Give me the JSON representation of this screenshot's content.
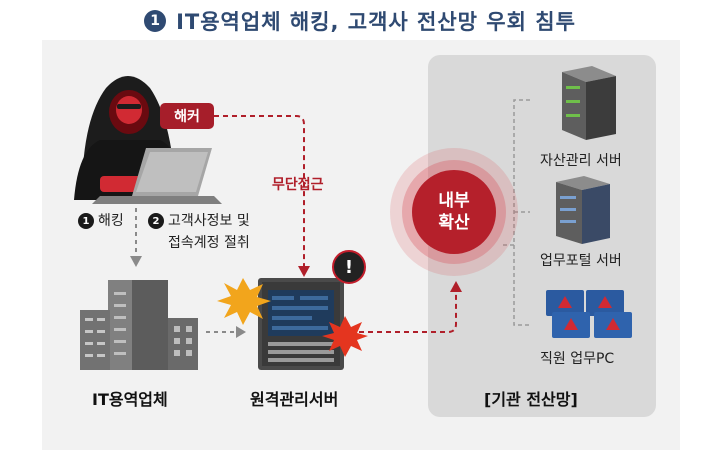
{
  "title": {
    "number": "1",
    "text": "IT용역업체 해킹, 고객사 전산망 우회 침투"
  },
  "labels": {
    "hacker": "해커",
    "unauthorized_access": "무단접근",
    "step1_number": "1",
    "step1": "해킹",
    "step2_number": "2",
    "step2_line1": "고객사정보 및",
    "step2_line2": "접속계정 절취",
    "internal_line1": "내부",
    "internal_line2": "확산",
    "alert": "!"
  },
  "nodes": {
    "vendor": "IT용역업체",
    "remote_server": "원격관리서버",
    "network": "[기관 전산망]"
  },
  "servers": [
    {
      "label": "자산관리 서버"
    },
    {
      "label": "업무포털 서버"
    },
    {
      "label": "직원 업무PC"
    }
  ],
  "colors": {
    "accent": "#b01f2a",
    "title": "#2f4a72",
    "panel": "#f2f2f2",
    "network_bg": "#d9d9d9"
  }
}
